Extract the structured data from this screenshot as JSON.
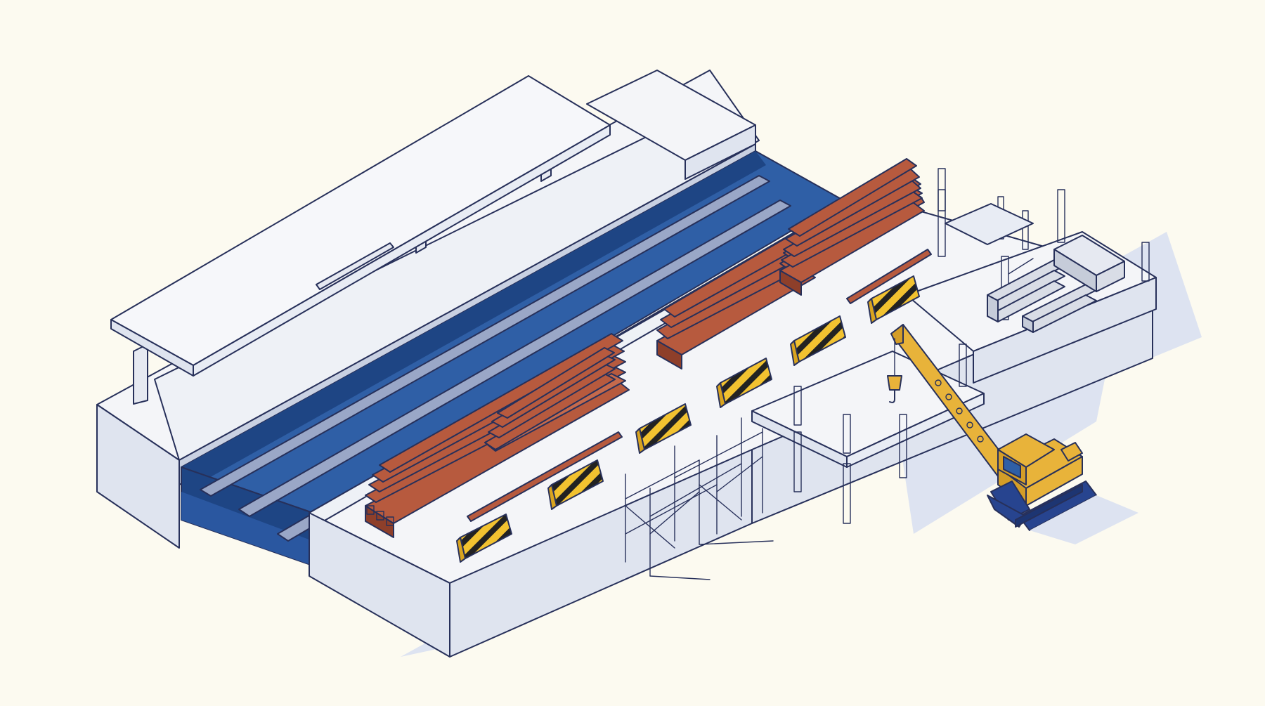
{
  "colors": {
    "background": "#fcfaf0",
    "platform_top": "#f4f5f8",
    "platform_side": "#dfe4ef",
    "platform_side_dark": "#c9d1e2",
    "track_bed": "#2f5fa6",
    "track_bed_dark": "#1e4584",
    "rail": "#9aa7c7",
    "shadow": "#dde3f1",
    "outline": "#27305a",
    "steel_beam": "#b75a3e",
    "steel_beam_dark": "#8e3f2a",
    "barrier_yellow": "#f2c230",
    "barrier_black": "#222222",
    "crane_body": "#e8b33a",
    "crane_track": "#27448f",
    "scaffold": "#aeb6cc",
    "metal_stock": "#d9dde6"
  },
  "scene": {
    "description_items": [
      "station-platform",
      "platform-canopy",
      "track-bed",
      "rails",
      "steel-beam-stacks",
      "safety-barriers",
      "scaffolding",
      "construction-frame",
      "mobile-crane",
      "metal-stock"
    ],
    "steel_beam_stacks": 3,
    "safety_barriers": 6,
    "rails": 3
  }
}
